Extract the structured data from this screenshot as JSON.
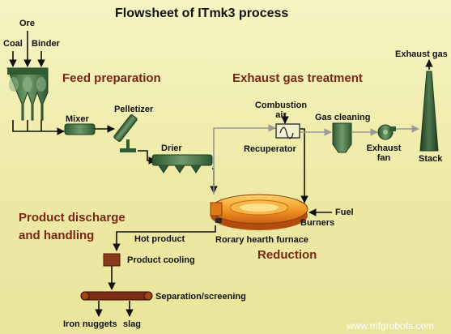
{
  "title": "Flowsheet of ITmk3 process",
  "sections": {
    "feed": "Feed preparation",
    "exhaust": "Exhaust gas treatment",
    "product": "Product discharge and handling",
    "reduction": "Reduction"
  },
  "labels": {
    "coal": "Coal",
    "ore": "Ore",
    "binder": "Binder",
    "mixer": "Mixer",
    "pelletizer": "Pelletizer",
    "drier": "Drier",
    "combustion_air": "Combustion air",
    "gas_cleaning": "Gas cleaning",
    "recuperator": "Recuperator",
    "exhaust_fan": "Exhaust fan",
    "exhaust_gas": "Exhaust gas",
    "stack": "Stack",
    "fuel": "Fuel",
    "burners": "Burners",
    "furnace": "Rorary hearth furnace",
    "hot_product": "Hot product",
    "product_cooling": "Product cooling",
    "separation": "Separation/screening",
    "iron_nuggets": "Iron nuggets",
    "slag": "slag"
  },
  "watermark": "www.mfgrobots.com",
  "colors": {
    "background": "#f2f0b4",
    "equipment": "#4d7a4d",
    "section_text": "#7a2614",
    "flow_line": "#111111",
    "gas_line": "#9a9a9a",
    "furnace": "#f08a1e"
  }
}
